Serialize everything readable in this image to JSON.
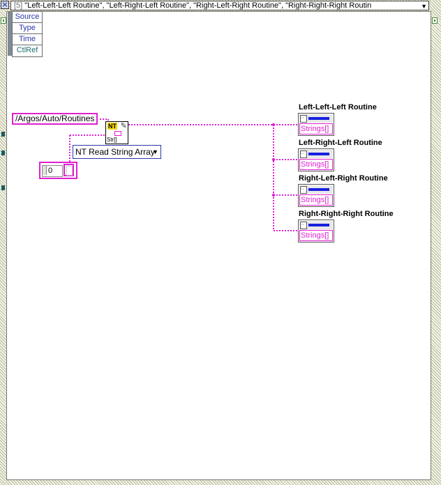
{
  "case_selector": {
    "index": "[5]",
    "cases": "\"Left-Left-Left Routine\", \"Left-Right-Left Routine\", \"Right-Left-Right Routine\", \"Right-Right-Right Routin"
  },
  "event_data_node": {
    "rows": [
      "Source",
      "Type",
      "Time",
      "CtlRef"
    ]
  },
  "string_constant": "/Argos/Auto/Routines",
  "nt_vi": {
    "badge": "NT",
    "type_label": "Str[]"
  },
  "poly_selector": {
    "label": "NT Read String Array"
  },
  "array_constant": {
    "index": "0"
  },
  "indicators": [
    {
      "label": "Left-Left-Left Routine",
      "type": "Strings[]"
    },
    {
      "label": "Left-Right-Left Routine",
      "type": "Strings[]"
    },
    {
      "label": "Right-Left-Right Routine",
      "type": "Strings[]"
    },
    {
      "label": "Right-Right-Right Routine",
      "type": "Strings[]"
    }
  ],
  "colors": {
    "string_wire": "#e11fd2",
    "node_text": "#2a36a8"
  }
}
